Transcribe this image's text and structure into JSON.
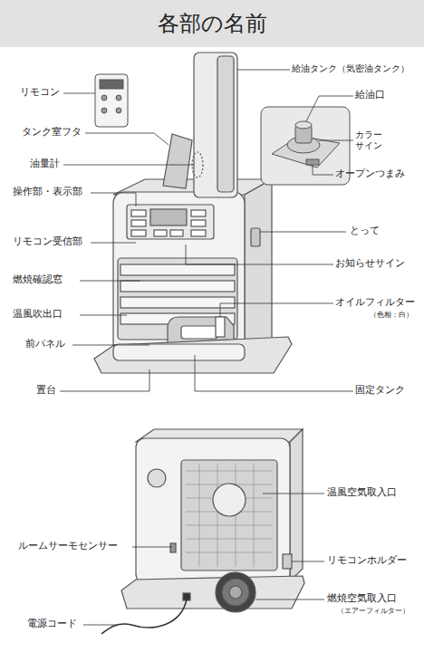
{
  "diagram": {
    "title": "各部の名前",
    "labels": [
      "リモコン",
      "タンク室フタ",
      "油量計",
      "操作部・表示部",
      "リモコン受信部",
      "燃焼確認窓",
      "温風吹出口",
      "前パネル",
      "置台",
      "給油タンク（気密油タンク）",
      "給油口",
      "カラー サイン",
      "オープンつまみ",
      "とって",
      "お知らせサイン",
      "オイルフィルター",
      "（色相：白）",
      "固定タンク",
      "温風空気取入口",
      "ルームサーモセンサー",
      "リモコンホルダー",
      "電源コード",
      "燃焼空気取入口",
      "（エアーフィルター）"
    ]
  }
}
